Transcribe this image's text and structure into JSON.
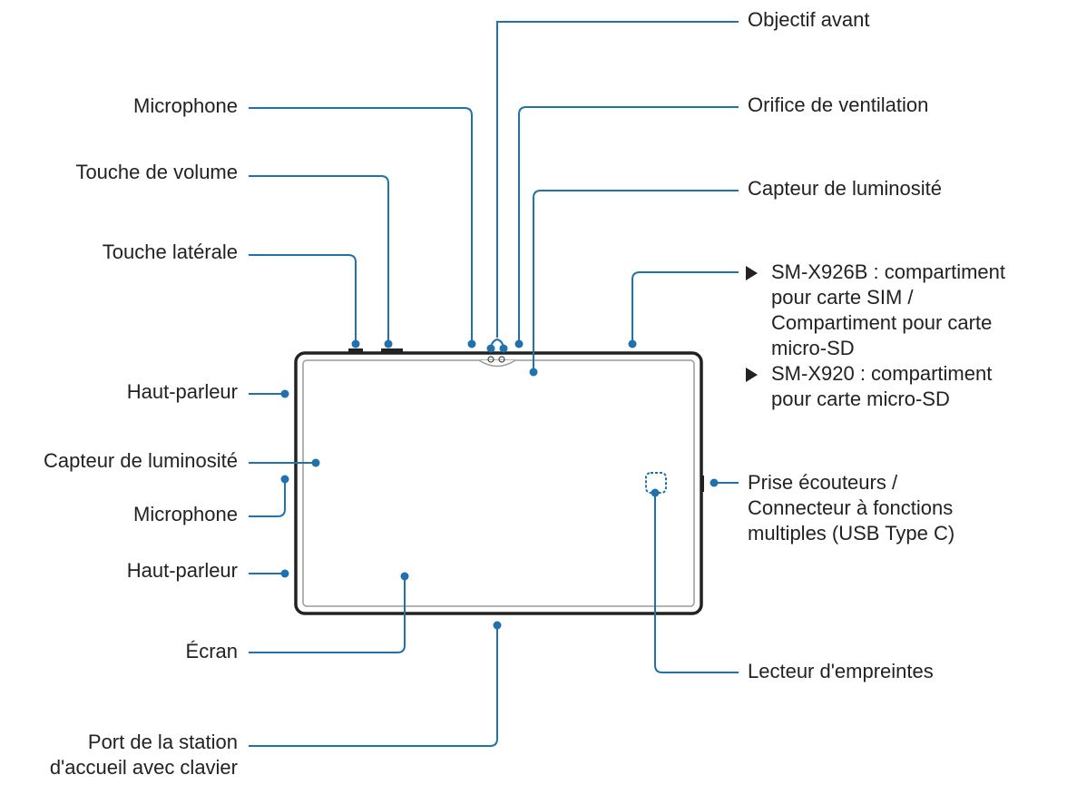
{
  "accent_color": "#1f72ae",
  "device_outline_color": "#222222",
  "labels": {
    "objectif_avant": "Objectif avant",
    "microphone_top": "Microphone",
    "orifice": "Orifice de ventilation",
    "touche_volume": "Touche de volume",
    "capteur_lum_top": "Capteur de luminosité",
    "touche_laterale": "Touche latérale",
    "haut_parleur_1": "Haut-parleur",
    "capteur_lum_left": "Capteur de luminosité",
    "microphone_left": "Microphone",
    "haut_parleur_2": "Haut-parleur",
    "ecran": "Écran",
    "port_station": [
      "Port de la station",
      "d'accueil avec clavier"
    ],
    "prise": [
      "Prise écouteurs /",
      "Connecteur à fonctions",
      "multiples (USB Type C)"
    ],
    "lecteur": "Lecteur d'empreintes",
    "sim_bullets": [
      {
        "lines": [
          "SM-X926B : compartiment",
          "pour carte SIM /",
          "Compartiment pour carte",
          "micro-SD"
        ]
      },
      {
        "lines": [
          "SM-X920 : compartiment",
          "pour carte micro-SD"
        ]
      }
    ]
  }
}
